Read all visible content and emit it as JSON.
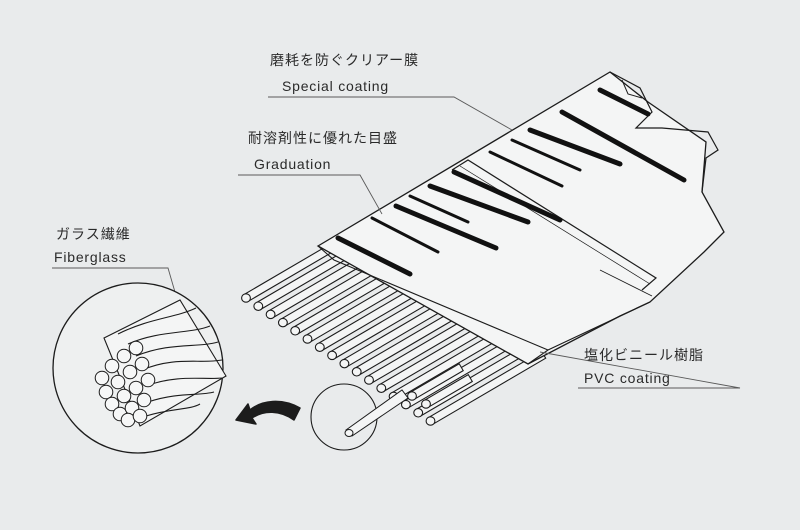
{
  "labels": {
    "special_coating": {
      "jp": "磨耗を防ぐクリアー膜",
      "en": "Special coating"
    },
    "graduation": {
      "jp": "耐溶剤性に優れた目盛",
      "en": "Graduation"
    },
    "fiberglass": {
      "jp": "ガラス繊維",
      "en": "Fiberglass"
    },
    "pvc_coating": {
      "jp": "塩化ビニール樹脂",
      "en": "PVC coating"
    }
  },
  "colors": {
    "background": "#e9ebec",
    "line": "#1c1c1c",
    "leader": "#5a5a5a",
    "tape_fill": "#f4f5f5"
  },
  "icons": {
    "arrow": "curved-arrow-icon"
  }
}
